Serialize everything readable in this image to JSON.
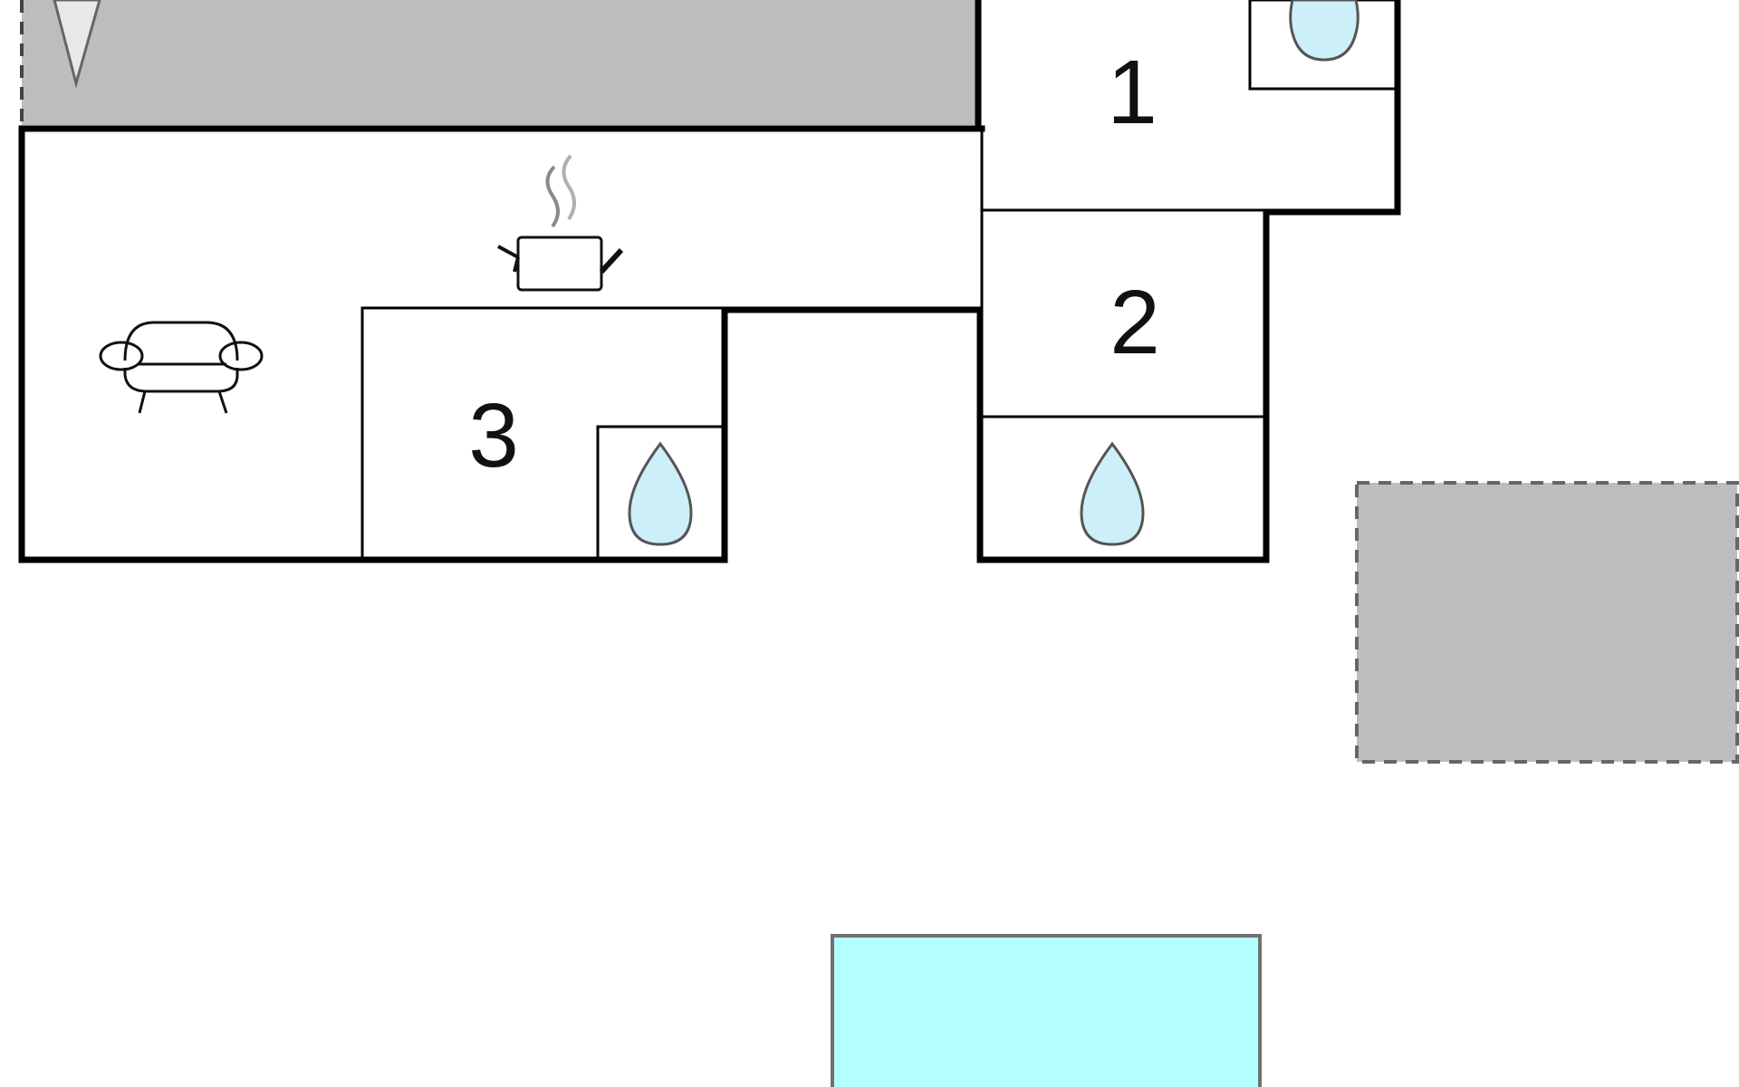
{
  "rooms": [
    {
      "id": "bedroom-1",
      "label": "1"
    },
    {
      "id": "bedroom-2",
      "label": "2"
    },
    {
      "id": "bedroom-3",
      "label": "3"
    }
  ],
  "icons": {
    "bathroom": "water-drop-icon",
    "living": "sofa-icon",
    "kitchen": "cooking-pot-icon",
    "entrance": "triangle-marker-icon"
  },
  "colors": {
    "wall": "#000000",
    "terrace": "#bdbdbf",
    "pool": "#b3ffff",
    "water_drop": "#cdeff9",
    "outline_grey": "#707070",
    "background": "#ffffff"
  }
}
